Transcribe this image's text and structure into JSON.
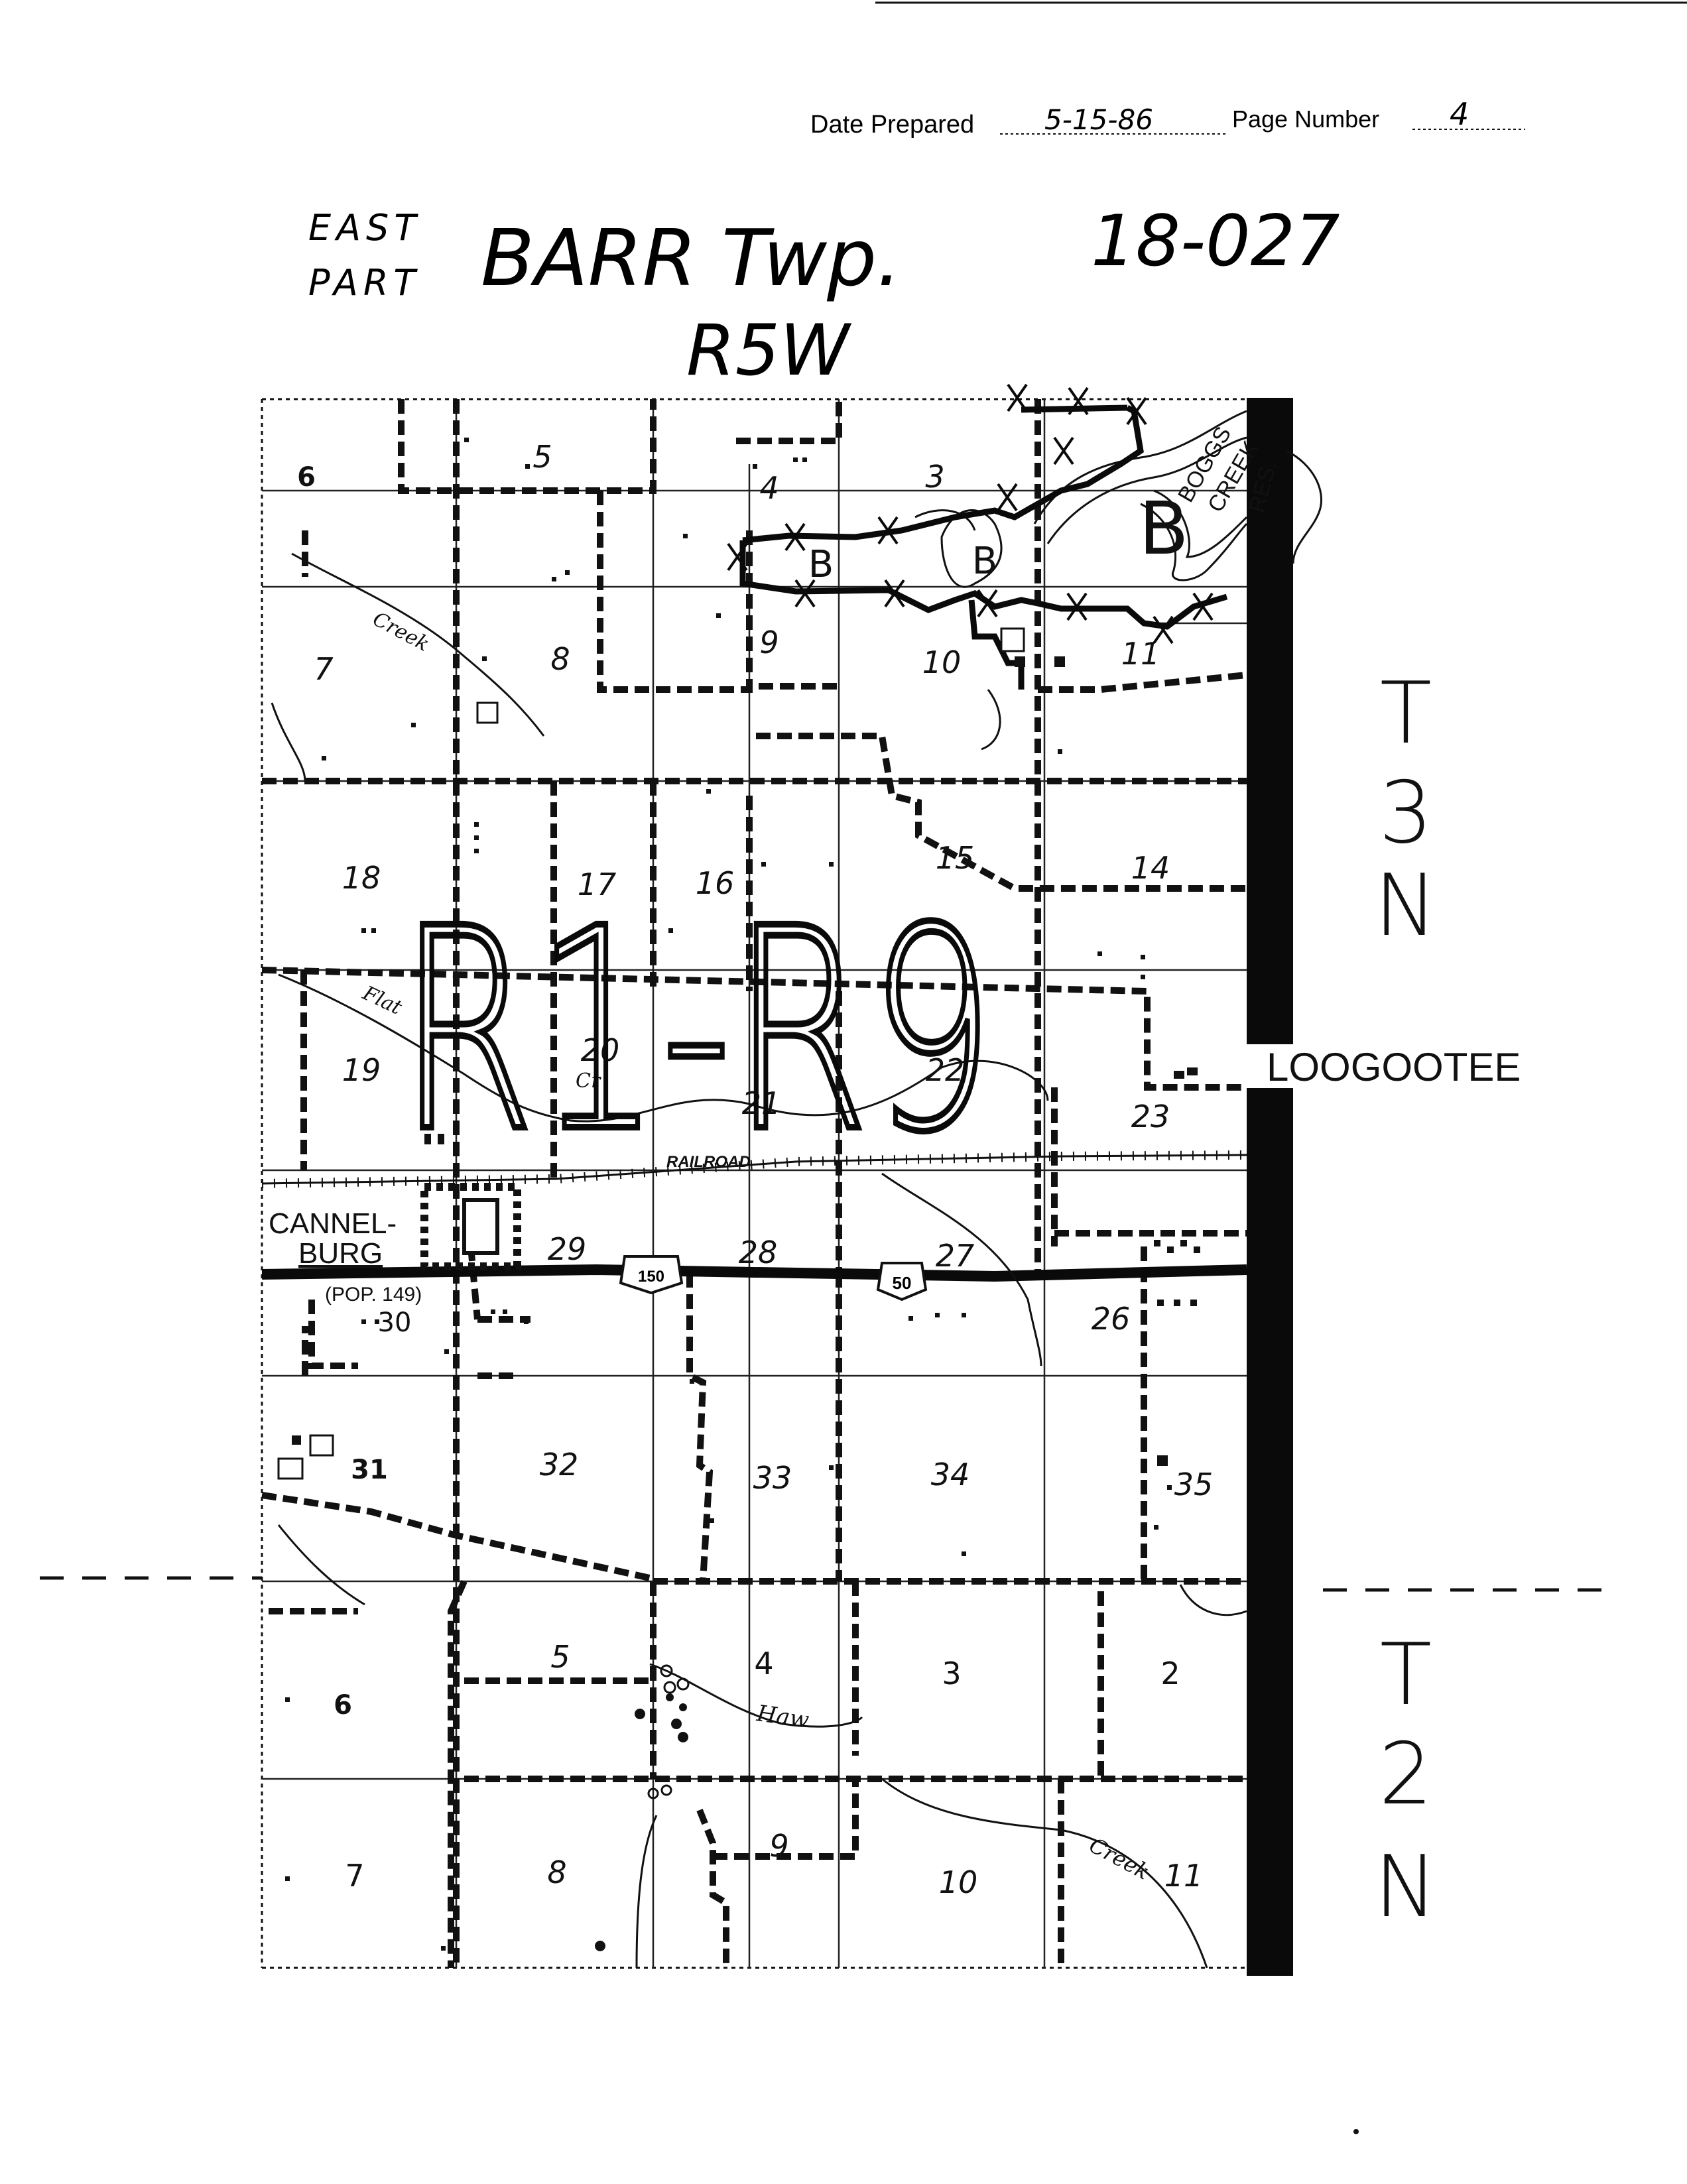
{
  "header": {
    "date_label": "Date Prepared",
    "date_value": "5-15-86",
    "page_label": "Page Number",
    "page_value": "4"
  },
  "title": {
    "part": [
      "EAST",
      "PART"
    ],
    "township": "BARR Twp.",
    "code": "18-027",
    "range": "R5W"
  },
  "zoning_annotation": "R1-R9",
  "township_labels": {
    "north": [
      "T",
      "3",
      "N"
    ],
    "south": [
      "T",
      "2",
      "N"
    ]
  },
  "places": {
    "loogootee": "LOOGOOTEE",
    "cannelburg": [
      "CANNEL-",
      "BURG"
    ],
    "population": "(POP. 149)",
    "reservoir": [
      "BOGGS",
      "CREEK",
      "RES."
    ]
  },
  "features": {
    "railroad": "RAILROAD",
    "creek": "Creek",
    "flat": "Flat",
    "cr": "Cr",
    "haw": "Haw",
    "creek_south": "Creek"
  },
  "routes": {
    "us150": "150",
    "us50": "50"
  },
  "sections": {
    "north": [
      "6",
      "5",
      "4",
      "3",
      "7",
      "8",
      "9",
      "10",
      "11",
      "18",
      "17",
      "16",
      "15",
      "14",
      "19",
      "20",
      "21",
      "22",
      "23",
      "29",
      "28",
      "27",
      "30",
      "26",
      "31",
      "32",
      "33",
      "34",
      "35"
    ],
    "south": [
      "6",
      "5",
      "4",
      "3",
      "2",
      "7",
      "8",
      "9",
      "10",
      "11"
    ]
  },
  "marks": {
    "b": "B"
  },
  "colors": {
    "ink": "#111111",
    "paper": "#ffffff",
    "boundary": "#0a0a0a"
  }
}
